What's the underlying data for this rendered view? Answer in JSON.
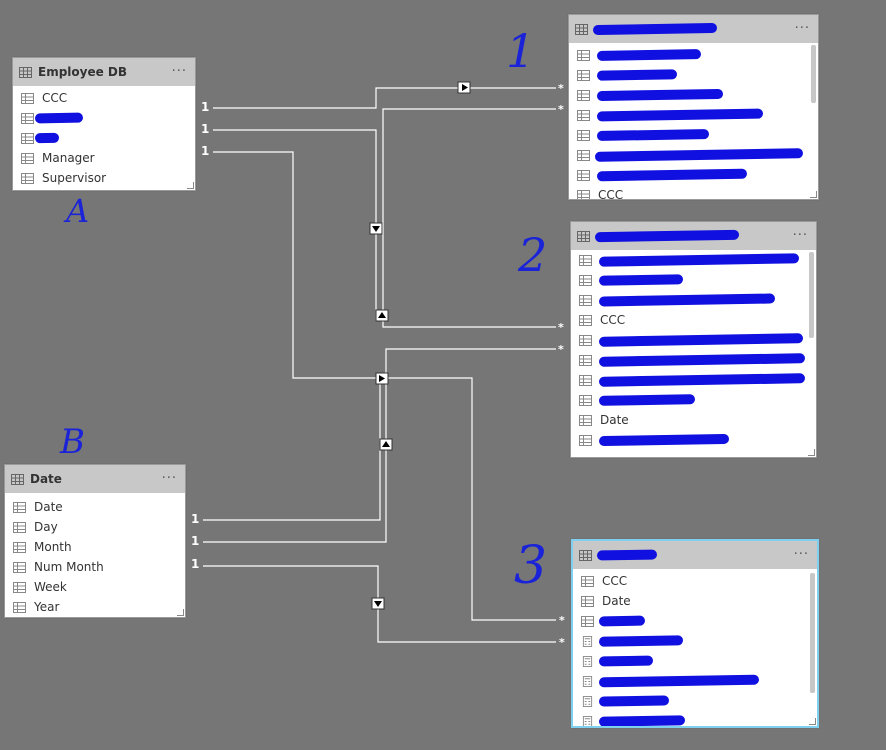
{
  "colors": {
    "canvas": "#767676",
    "header": "#c8c8c8",
    "line": "#ffffff",
    "redaction": "#1010e0",
    "annotation": "#1a23d8",
    "selected_border": "#7fd0ef"
  },
  "employee_db": {
    "title": "Employee DB",
    "more": "···",
    "fields": [
      "CCC",
      "",
      "",
      "Manager",
      "Supervisor"
    ]
  },
  "date_table": {
    "title": "Date",
    "more": "···",
    "fields": [
      "Date",
      "Day",
      "Month",
      "Num Month",
      "Week",
      "Year"
    ]
  },
  "table1": {
    "title": "",
    "more": "···",
    "fields": [
      "",
      "",
      "",
      "",
      "",
      "",
      "",
      "CCC"
    ]
  },
  "table2": {
    "title": "",
    "more": "···",
    "fields": [
      "",
      "",
      "",
      "CCC",
      "",
      "",
      "",
      "",
      "Date",
      ""
    ]
  },
  "table3": {
    "title": "",
    "more": "···",
    "fields": [
      "CCC",
      "Date",
      "",
      "",
      "",
      "",
      "",
      ""
    ]
  },
  "relationships": {
    "one_label": "1",
    "many_label": "*"
  },
  "annotations": {
    "a": "A",
    "b": "B",
    "n1": "1",
    "n2": "2",
    "n3": "3"
  }
}
